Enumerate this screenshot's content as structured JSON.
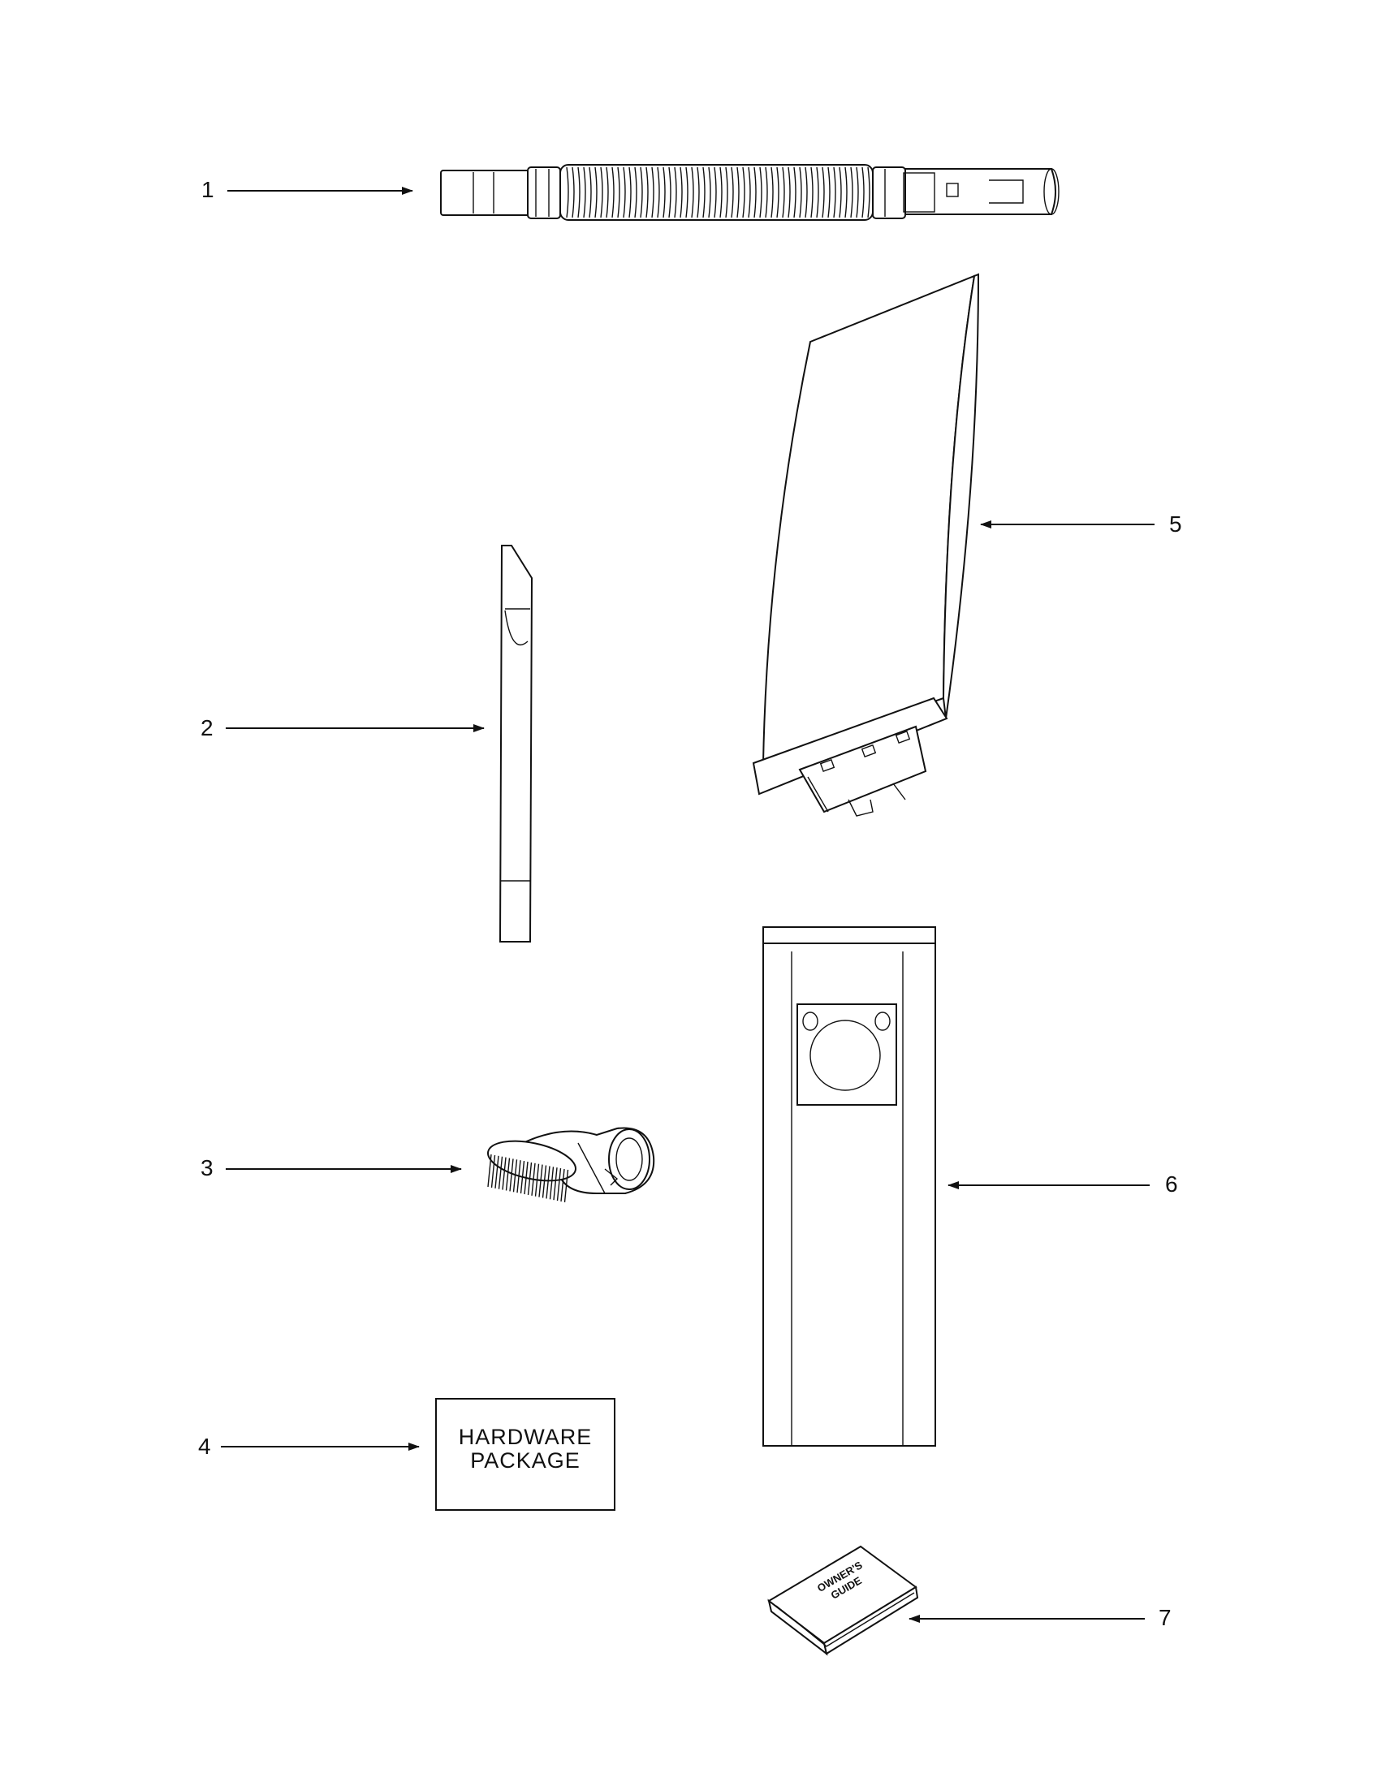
{
  "callouts": [
    {
      "id": 1,
      "label": "1",
      "part": "hose"
    },
    {
      "id": 2,
      "label": "2",
      "part": "crevice-tool"
    },
    {
      "id": 3,
      "label": "3",
      "part": "dusting-brush"
    },
    {
      "id": 4,
      "label": "4",
      "part": "hardware-package"
    },
    {
      "id": 5,
      "label": "5",
      "part": "paper-bag"
    },
    {
      "id": 6,
      "label": "6",
      "part": "outer-bag"
    },
    {
      "id": 7,
      "label": "7",
      "part": "owners-guide"
    }
  ],
  "hardware_package": {
    "line1": "HARDWARE",
    "line2": "PACKAGE"
  },
  "owners_guide": {
    "line1": "OWNER'S",
    "line2": "GUIDE"
  },
  "colors": {
    "ink": "#111111",
    "paper": "#ffffff"
  }
}
